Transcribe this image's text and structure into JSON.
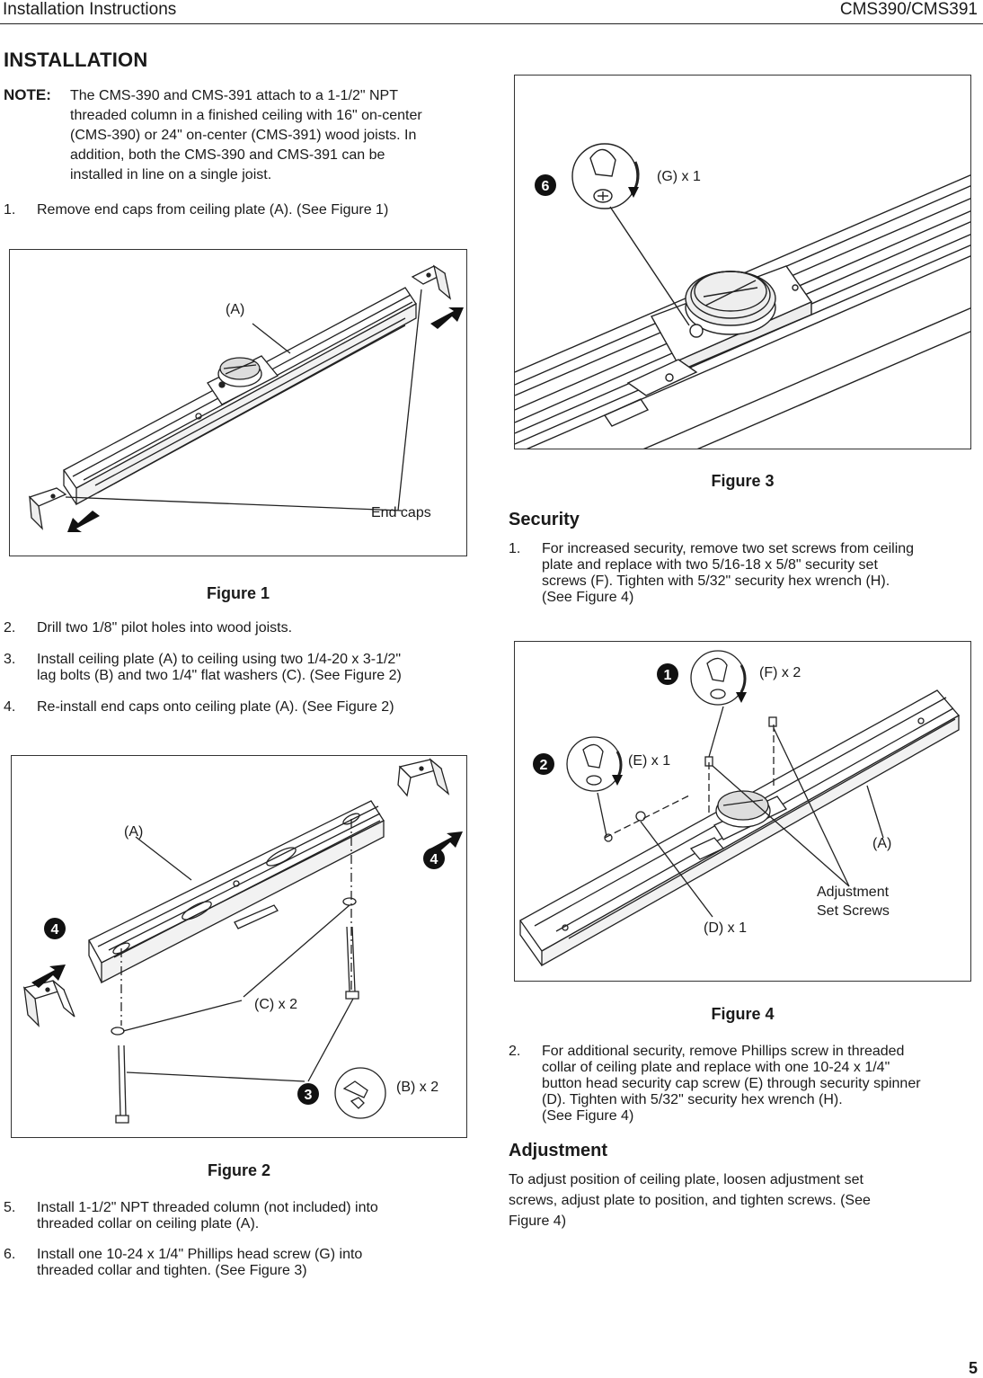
{
  "header": {
    "left": "Installation Instructions",
    "right": "CMS390/CMS391"
  },
  "installation": {
    "title": "INSTALLATION",
    "note_label": "NOTE:",
    "note_lines": [
      "The CMS-390 and CMS-391 attach to a 1-1/2\" NPT",
      "threaded column in a finished ceiling with 16\" on-center",
      "(CMS-390) or 24\" on-center (CMS-391) wood joists. In",
      "addition, both the CMS-390 and CMS-391 can be",
      "installed in line on a single joist."
    ],
    "steps": [
      {
        "num": "1.",
        "lines": [
          "Remove end caps from ceiling plate (A). (See Figure 1)"
        ]
      },
      {
        "num": "2.",
        "lines": [
          "Drill two 1/8\" pilot holes into wood joists."
        ]
      },
      {
        "num": "3.",
        "lines": [
          "Install ceiling plate (A) to ceiling using two 1/4-20 x 3-1/2\"",
          "lag bolts (B) and two 1/4\" flat washers (C). (See Figure 2)"
        ]
      },
      {
        "num": "4.",
        "lines": [
          "Re-install end caps onto ceiling plate (A). (See Figure 2)"
        ]
      },
      {
        "num": "5.",
        "lines": [
          "Install 1-1/2\" NPT threaded column (not included) into",
          "threaded collar on ceiling plate (A)."
        ]
      },
      {
        "num": "6.",
        "lines": [
          "Install one 10-24 x 1/4\" Phillips head screw (G) into",
          "threaded collar and tighten. (See Figure 3)"
        ]
      }
    ]
  },
  "figure1": {
    "caption": "Figure 1",
    "labels": {
      "a": "(A)",
      "end_caps": "End caps"
    }
  },
  "figure2": {
    "caption": "Figure 2",
    "labels": {
      "a": "(A)",
      "c": "(C) x 2",
      "b": "(B) x 2"
    },
    "badges": [
      "4",
      "4",
      "3"
    ]
  },
  "figure3": {
    "caption": "Figure 3",
    "labels": {
      "g": "(G) x 1"
    },
    "badges": [
      "6"
    ]
  },
  "security": {
    "title": "Security",
    "steps": [
      {
        "num": "1.",
        "lines": [
          "For increased security, remove two set screws from ceiling",
          "plate and replace with two 5/16-18 x 5/8\" security set",
          "screws (F). Tighten with 5/32\" security hex wrench (H).",
          "(See Figure 4)"
        ]
      },
      {
        "num": "2.",
        "lines": [
          "For additional security, remove Phillips screw in threaded",
          "collar of ceiling plate and replace with one 10-24 x 1/4\"",
          "button head security cap screw (E) through security spinner",
          "(D). Tighten with 5/32\" security hex wrench (H).",
          "(See Figure 4)"
        ]
      }
    ]
  },
  "figure4": {
    "caption": "Figure 4",
    "labels": {
      "f": "(F) x 2",
      "e": "(E) x 1",
      "a": "(A)",
      "adj1": "Adjustment",
      "adj2": "Set Screws",
      "d": "(D) x 1"
    },
    "badges": [
      "1",
      "2"
    ]
  },
  "adjustment": {
    "title": "Adjustment",
    "lines": [
      "To adjust position of ceiling plate, loosen adjustment set",
      "screws, adjust plate to position, and tighten screws. (See",
      "Figure 4)"
    ]
  },
  "page_number": "5"
}
